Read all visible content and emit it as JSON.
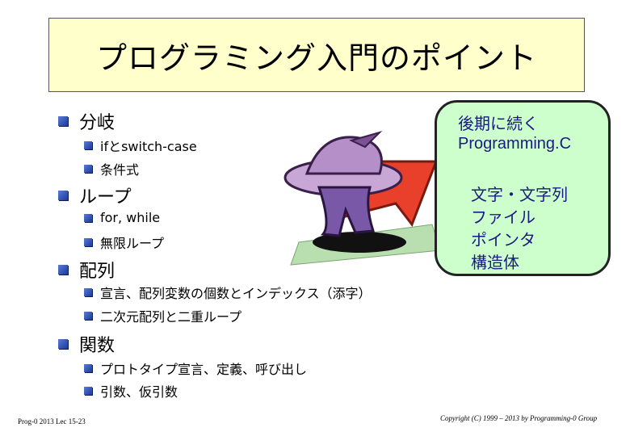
{
  "title": "プログラミング入門のポイント",
  "outline": [
    {
      "label": "分岐",
      "children": [
        "ifとswitch-case",
        "条件式"
      ]
    },
    {
      "label": "ループ",
      "children": [
        "for, while",
        "無限ループ"
      ]
    },
    {
      "label": "配列",
      "children": [
        "宣言、配列変数の個数とインデックス（添字）",
        "二次元配列と二重ループ"
      ]
    },
    {
      "label": "関数",
      "children": [
        "プロトタイプ宣言、定義、呼び出し",
        "引数、仮引数"
      ]
    }
  ],
  "callout": {
    "heading_line1": "後期に続く",
    "heading_line2": "Programming.C",
    "items": [
      "文字・文字列",
      "ファイル",
      "ポインタ",
      "構造体"
    ]
  },
  "footer": {
    "left": "Prog-0 2013 Lec 15-23",
    "right": "Copyright (C) 1999 – 2013 by Programming-0 Group"
  },
  "colors": {
    "title_bg": "#ffffcc",
    "callout_bg": "#ccffcc",
    "bullet": "#2a4cb8",
    "callout_text": "#1a1a80"
  }
}
